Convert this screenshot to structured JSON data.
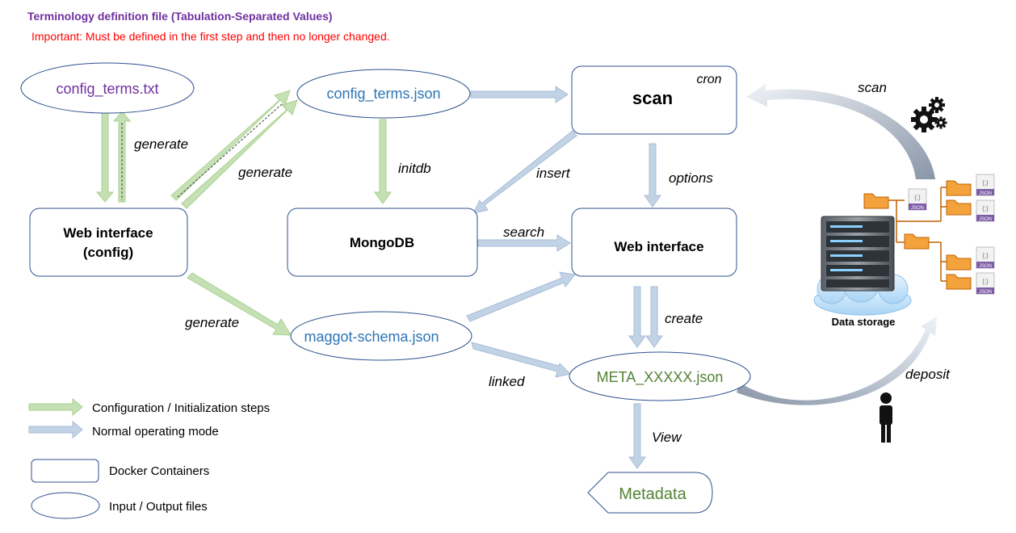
{
  "header": {
    "title": "Terminology definition file (Tabulation-Separated Values)",
    "title_color": "#7030a0",
    "warning": "Important: Must be defined in the first step and then no longer changed.",
    "warning_color": "#ff0000"
  },
  "nodes": {
    "config_terms_txt": "config_terms.txt",
    "config_terms_json": "config_terms.json",
    "scan_title": "scan",
    "scan_cron": "cron",
    "webconfig_line1": "Web interface",
    "webconfig_line2": "(config)",
    "mongodb": "MongoDB",
    "web_interface": "Web interface",
    "maggot_schema": "maggot-schema.json",
    "meta_json": "META_XXXXX.json",
    "metadata": "Metadata",
    "data_storage": "Data storage"
  },
  "edge_labels": {
    "generate_1": "generate",
    "generate_2": "generate",
    "generate_3": "generate",
    "initdb": "initdb",
    "insert": "insert",
    "options": "options",
    "search": "search",
    "create": "create",
    "linked": "linked",
    "view": "View",
    "scan": "scan",
    "deposit": "deposit"
  },
  "storage_icons": {
    "json_label": "JSON",
    "json_glyph": "{;}"
  },
  "legend": {
    "config_steps": "Configuration / Initialization steps",
    "normal_mode": "Normal operating mode",
    "docker": "Docker Containers",
    "io_files": "Input / Output files"
  },
  "colors": {
    "green_arrow": "#c5e0b4",
    "blue_arrow": "#c3d3e6",
    "node_border": "#2f528f",
    "purple_text": "#7030a0",
    "blue_text": "#2e75b6",
    "green_text": "#548235",
    "folder": "#f4a23c"
  }
}
